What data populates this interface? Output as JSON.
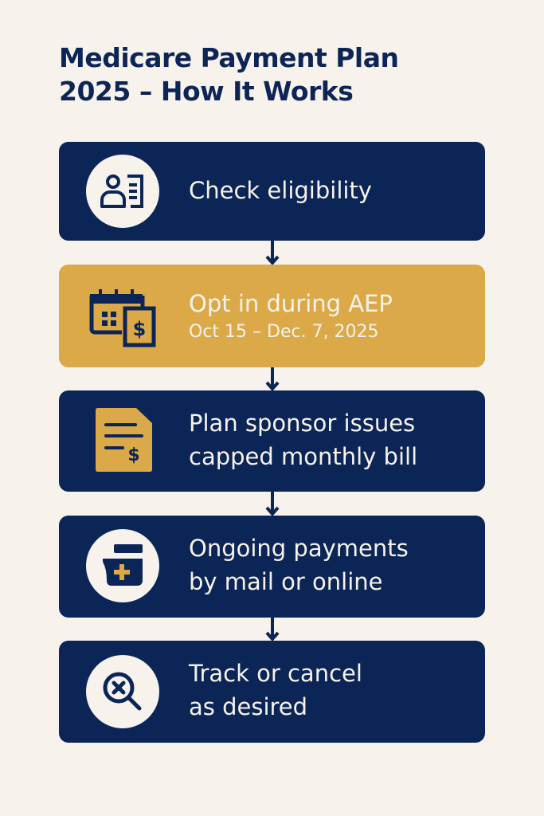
{
  "title": {
    "line1": "Medicare Payment Plan",
    "line2": "2025 – How It Works"
  },
  "steps": [
    {
      "icon": "id-card-icon",
      "line1": "Check eligibility",
      "variant": "navy"
    },
    {
      "icon": "calendar-dollar-icon",
      "line1": "Opt in during AEP",
      "subtitle": "Oct 15 – Dec. 7, 2025",
      "variant": "gold"
    },
    {
      "icon": "bill-dollar-icon",
      "line1": "Plan sponsor issues",
      "line2": "capped monthly bill",
      "variant": "navy"
    },
    {
      "icon": "medical-kit-icon",
      "line1": "Ongoing payments",
      "line2": "by mail or online",
      "variant": "navy"
    },
    {
      "icon": "search-cancel-icon",
      "line1": "Track or cancel",
      "line2": "as desired",
      "variant": "navy"
    }
  ],
  "colors": {
    "background": "#f7f3ec",
    "navy": "#0c2557",
    "gold": "#dba948",
    "text_light": "#f7f3ec"
  }
}
